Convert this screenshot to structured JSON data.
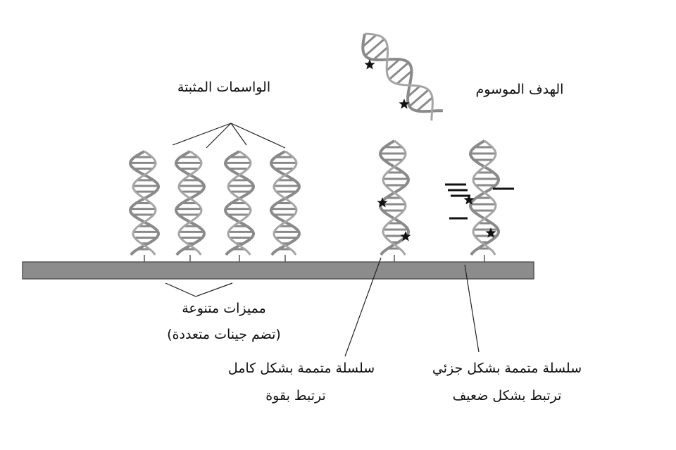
{
  "labels": {
    "immobilized_probes": "الواسمات المثبتة",
    "labeled_target": "الهدف الموسوم",
    "diverse_features": "مميزات متنوعة",
    "diverse_features_note": "(تضم جينات متعددة)",
    "full_match_line1": "سلسلة متممة بشكل كامل",
    "full_match_line2": "ترتبط بقوة",
    "partial_match_line1": "سلسلة متممة بشكل جزئي",
    "partial_match_line2": "ترتبط بشكل ضعيف"
  },
  "colors": {
    "strand": "#8a8a8a",
    "substrate": "#8c8c8c",
    "label_star": "#111111"
  }
}
